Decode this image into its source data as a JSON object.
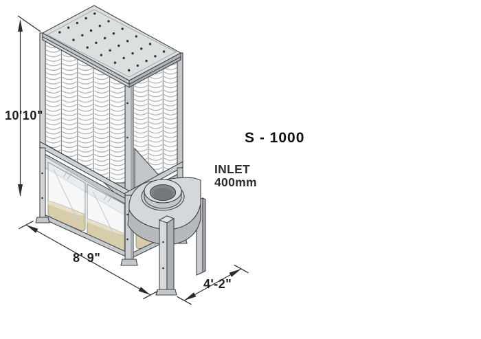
{
  "diagram": {
    "model_label": "S - 1000",
    "inlet_label": {
      "line1": "INLET",
      "line2": "400mm"
    },
    "dimensions": {
      "height": "10'10\"",
      "width": "8' 9\"",
      "depth": "4'-2\""
    },
    "colors": {
      "background": "#ffffff",
      "line": "#3f4448",
      "dimension_line": "#2b2b2b",
      "panel_light": "#d7dadb",
      "panel_mid": "#c3c7c9",
      "panel_dark": "#aab0b3",
      "filter_bag_arc": "#9aa0a4",
      "sawdust": "#d8cdab",
      "sawdust_light": "#e7dfc8",
      "text": "#1e1e1e"
    }
  }
}
